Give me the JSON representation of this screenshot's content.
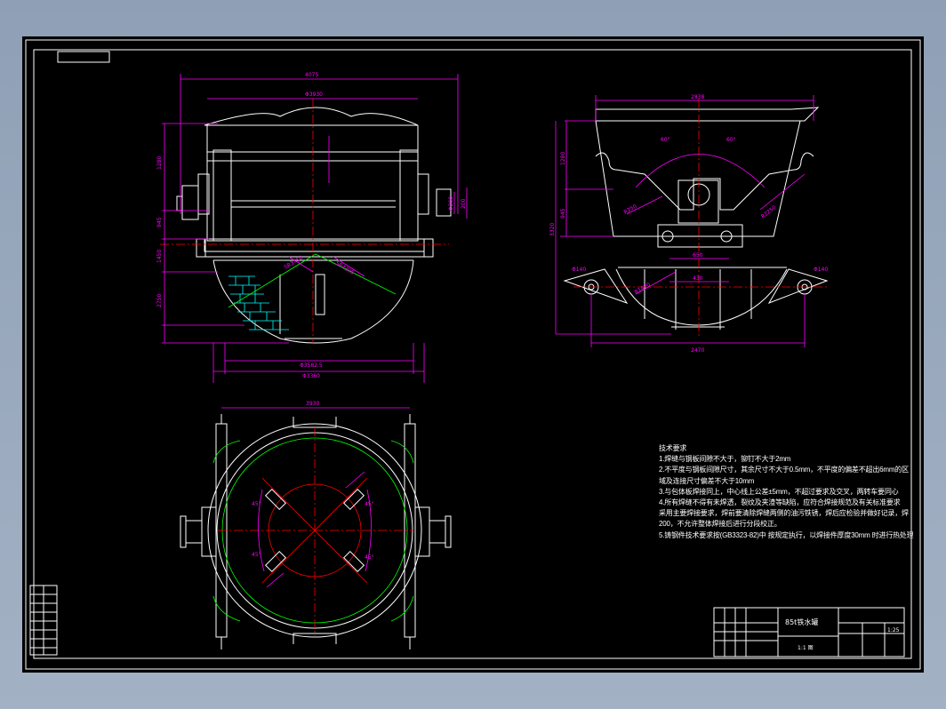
{
  "colors": {
    "background": "#000000",
    "outline": "#ffffff",
    "dimension": "#ff00ff",
    "centerline": "#ff0000",
    "hidden": "#00ff00",
    "brick": "#00ffff",
    "leader": "#ffff00"
  },
  "views": {
    "front": {
      "dims": {
        "top_width": "4075",
        "inner_width": "Φ3930",
        "height_upper": "1280",
        "height_mid": "945",
        "height_lower": "1450",
        "height_bottom": "2750",
        "trunnion": "Φ200",
        "small": "200",
        "radius_a": "SR3710",
        "radius_b": "SR4395",
        "base_dia": "Φ3582.5",
        "base_width": "Φ3360"
      }
    },
    "side": {
      "dims": {
        "top_width": "2838",
        "height_a": "1280",
        "height_b": "3320",
        "height_c": "945",
        "angle_l": "60°",
        "angle_r": "60°",
        "r1": "R250",
        "r2": "R2250",
        "r3": "R1420",
        "center": "650",
        "span": "430",
        "bottom": "2470",
        "ear_l": "Φ140",
        "ear_r": "Φ140"
      }
    },
    "plan": {
      "dims": {
        "top": "3930",
        "a1": "45°",
        "a2": "45°",
        "a3": "45°",
        "a4": "45°"
      }
    }
  },
  "notes": {
    "heading": "技术要求",
    "lines": [
      "1.焊缝与钢板间隙不大于，铆钉不大于2mm",
      "2.不平度与钢板间隙尺寸，其余尺寸不大于0.5mm，不平度的偏差不超出6mm的区",
      "  域及连接尺寸偏差不大于10mm",
      "3.与包体板焊接同上，中心线上公差±5mm，不超过要求及交叉，两转车要同心",
      "4.所有焊缝不得有未焊透，裂纹及夹渣等缺陷，应符合焊接规范及有关标准要求",
      "  采用主要焊接要求，焊前要清除焊缝两侧的油污铁锈，焊后应检验并做好记录，焊",
      "  200，不允许整体焊接后进行分段校正。",
      "5.铸钢件技术要求按(GB3323-82)中  按规定执行，以焊接件厚度30mm 时进行热处理"
    ]
  },
  "title_block": {
    "title": "85t铁水罐",
    "sheet": "1:1 图",
    "scale": "1:25"
  }
}
